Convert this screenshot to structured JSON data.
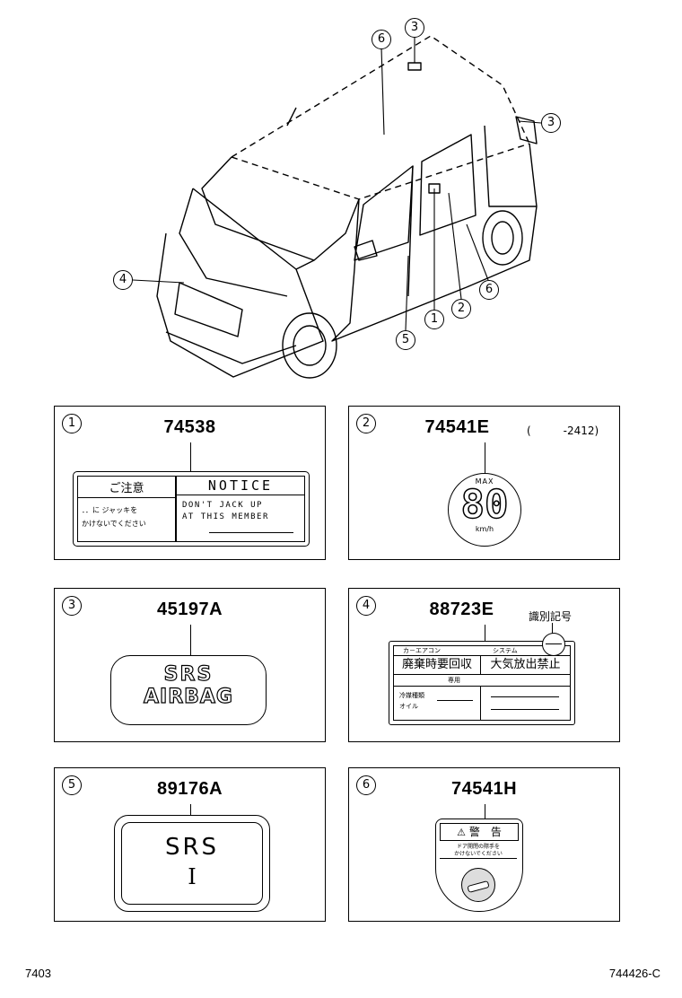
{
  "callouts": [
    "1",
    "2",
    "3",
    "3",
    "4",
    "5",
    "6",
    "6"
  ],
  "panels": [
    {
      "num": "1",
      "code": "74538",
      "label": {
        "jp_title": "ご注意",
        "jp_line1": "．．に ジャッキを",
        "jp_line2": "かけないでください",
        "en_title": "NOTICE",
        "en_line1": "DON'T JACK UP",
        "en_line2": "AT THIS MEMBER"
      }
    },
    {
      "num": "2",
      "code": "74541E",
      "range": "(　　　-2412)",
      "label": {
        "top": "MAX",
        "digits": "80",
        "unit": "km/h"
      }
    },
    {
      "num": "3",
      "code": "45197A",
      "label": {
        "line1": "SRS",
        "line2": "AIRBAG"
      }
    },
    {
      "num": "4",
      "code": "88723E",
      "side_note": "識別記号",
      "label": {
        "header_left": "カ－エアコン",
        "header_right": "システム",
        "cell1": "廃棄時要回収",
        "cell2": "大気放出禁止",
        "sub1": "専用",
        "row_a": "冷媒種類",
        "row_b": "オイル"
      }
    },
    {
      "num": "5",
      "code": "89176A",
      "label": {
        "text": "SRS",
        "mark": "I"
      }
    },
    {
      "num": "6",
      "code": "74541H",
      "label": {
        "title": "警　告",
        "line1": "ドア開閉の際手を",
        "line2": "かけないでください"
      }
    }
  ],
  "footer": {
    "left": "7403",
    "right": "744426-C"
  }
}
